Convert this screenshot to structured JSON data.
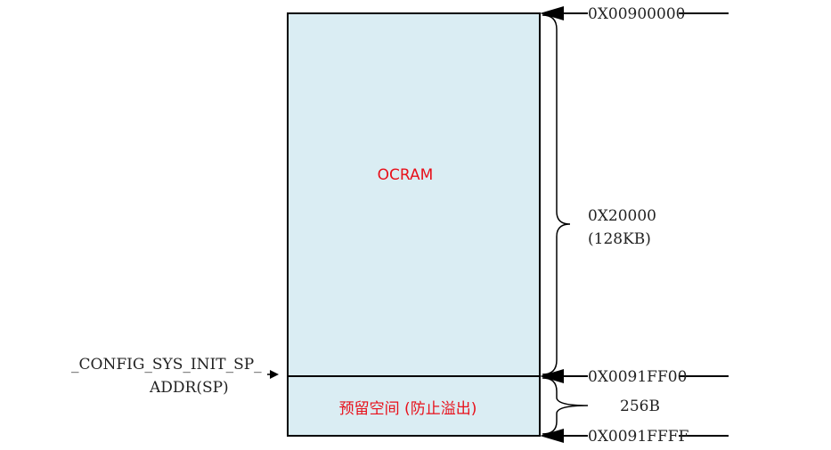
{
  "colors": {
    "ocram_fill": "#daedf3",
    "label_red": "#e8101a",
    "line": "#000000"
  },
  "regions": {
    "ocram_label": "OCRAM",
    "reserved_label": "预留空间 (防止溢出)"
  },
  "addresses": {
    "start": "0X00900000",
    "sp_boundary": "0X0091FF00",
    "end": "0X0091FFFF"
  },
  "sizes": {
    "ocram_size_hex": "0X20000",
    "ocram_size_kb": "(128KB)",
    "reserved_size": "256B"
  },
  "pointer": {
    "line1": "_CONFIG_SYS_INIT_SP_",
    "line2": "ADDR(SP)"
  }
}
